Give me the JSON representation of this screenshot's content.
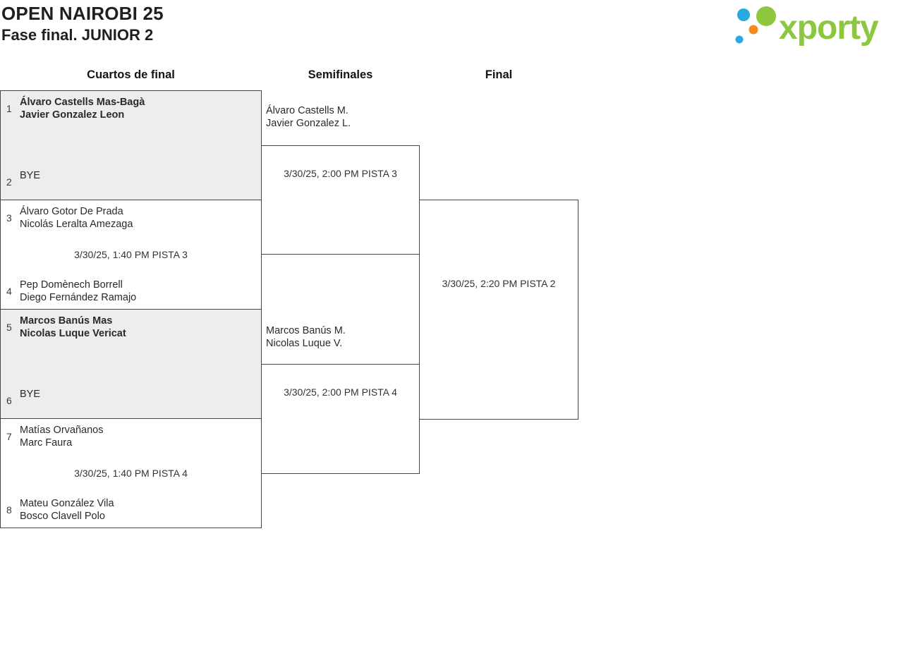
{
  "header": {
    "title": "OPEN NAIROBI 25",
    "subtitle": "Fase final. JUNIOR 2"
  },
  "logo": {
    "text": "xporty",
    "green": "#8DC63F",
    "blue": "#29A9E1",
    "orange": "#F28C1E"
  },
  "rounds": [
    {
      "label": "Cuartos de final"
    },
    {
      "label": "Semifinales"
    },
    {
      "label": "Final"
    }
  ],
  "quarterfinals": [
    {
      "match_time": "",
      "slots": [
        {
          "seed": "1",
          "line1": "Álvaro Castells Mas-Bagà",
          "line2": "Javier Gonzalez Leon"
        },
        {
          "seed": "2",
          "line1": "BYE",
          "line2": ""
        }
      ]
    },
    {
      "match_time": "3/30/25, 1:40 PM PISTA 3",
      "slots": [
        {
          "seed": "3",
          "line1": "Álvaro Gotor De Prada",
          "line2": "Nicolás Leralta Amezaga"
        },
        {
          "seed": "4",
          "line1": "Pep Domènech Borrell",
          "line2": "Diego Fernández Ramajo"
        }
      ]
    },
    {
      "match_time": "",
      "slots": [
        {
          "seed": "5",
          "line1": "Marcos Banús Mas",
          "line2": "Nicolas Luque Vericat"
        },
        {
          "seed": "6",
          "line1": "BYE",
          "line2": ""
        }
      ]
    },
    {
      "match_time": "3/30/25, 1:40 PM PISTA 4",
      "slots": [
        {
          "seed": "7",
          "line1": "Matías Orvañanos",
          "line2": "Marc Faura"
        },
        {
          "seed": "8",
          "line1": "Mateu González Vila",
          "line2": "Bosco Clavell Polo"
        }
      ]
    }
  ],
  "semifinals": [
    {
      "winner_line1": "Álvaro Castells M.",
      "winner_line2": "Javier Gonzalez L.",
      "match_time": "3/30/25, 2:00 PM PISTA 3"
    },
    {
      "winner_line1": "Marcos Banús M.",
      "winner_line2": "Nicolas Luque V.",
      "match_time": "3/30/25, 2:00 PM PISTA 4"
    }
  ],
  "final": {
    "match_time": "3/30/25, 2:20 PM PISTA 2"
  }
}
